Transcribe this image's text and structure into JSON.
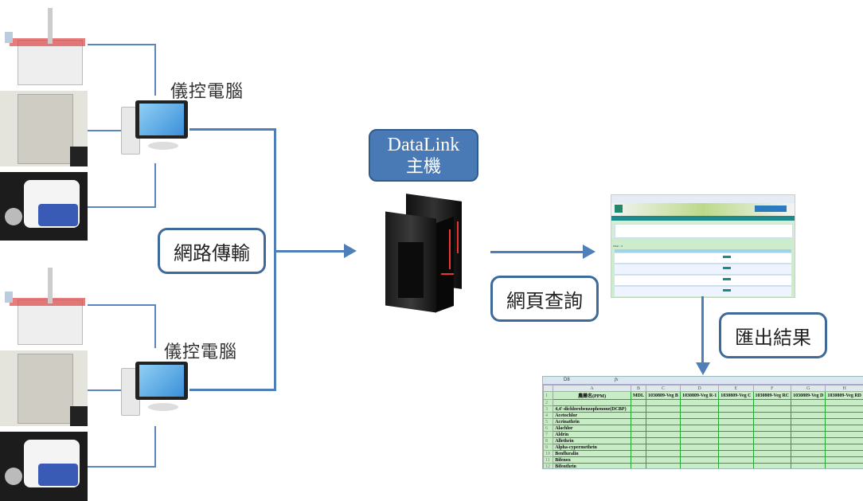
{
  "labels": {
    "pc_top": "儀控電腦",
    "pc_bottom": "儀控電腦",
    "network": "網路傳輸",
    "server_line1": "DataLink",
    "server_line2": "主機",
    "web_query": "網頁查詢",
    "export": "匯出結果"
  },
  "colors": {
    "connector": "#4f7fb8",
    "server_box": "#4a7ab5",
    "box_border": "#3e6a9a"
  },
  "icons": {
    "instrument_gc": "gas-chromatograph-icon",
    "instrument_lc": "liquid-chromatograph-icon",
    "instrument_balance": "moisture-balance-icon",
    "pc": "desktop-computer-icon",
    "server": "server-tower-icon"
  },
  "spreadsheet": {
    "name_box": "D8",
    "fx": "fx",
    "col_letters": [
      "A",
      "B",
      "C",
      "D",
      "E",
      "F",
      "G",
      "H"
    ],
    "headers": [
      "農藥名(PPM)",
      "MDL",
      "1030809-Veg B",
      "1030809-Veg R-1",
      "1030809-Veg C",
      "1030809-Veg RC",
      "1030809-Veg D",
      "1030809-Veg RD"
    ],
    "rows": [
      {
        "n": "1",
        "a": ""
      },
      {
        "n": "2",
        "a": ""
      },
      {
        "n": "3",
        "a": "4,4'-dichlorobenzophenone(DCBP)"
      },
      {
        "n": "4",
        "a": "Acetochlor"
      },
      {
        "n": "5",
        "a": "Acrinathrin"
      },
      {
        "n": "6",
        "a": "Alachlor"
      },
      {
        "n": "7",
        "a": "Aldrin"
      },
      {
        "n": "8",
        "a": "Allethrin"
      },
      {
        "n": "9",
        "a": "Alpha-cypermethrin"
      },
      {
        "n": "10",
        "a": "Benfluralin"
      },
      {
        "n": "11",
        "a": "Bifenox"
      },
      {
        "n": "12",
        "a": "Bifenthrin"
      }
    ]
  },
  "webpage": {
    "total_label": "Total : 4",
    "export_label": "Export Report"
  }
}
